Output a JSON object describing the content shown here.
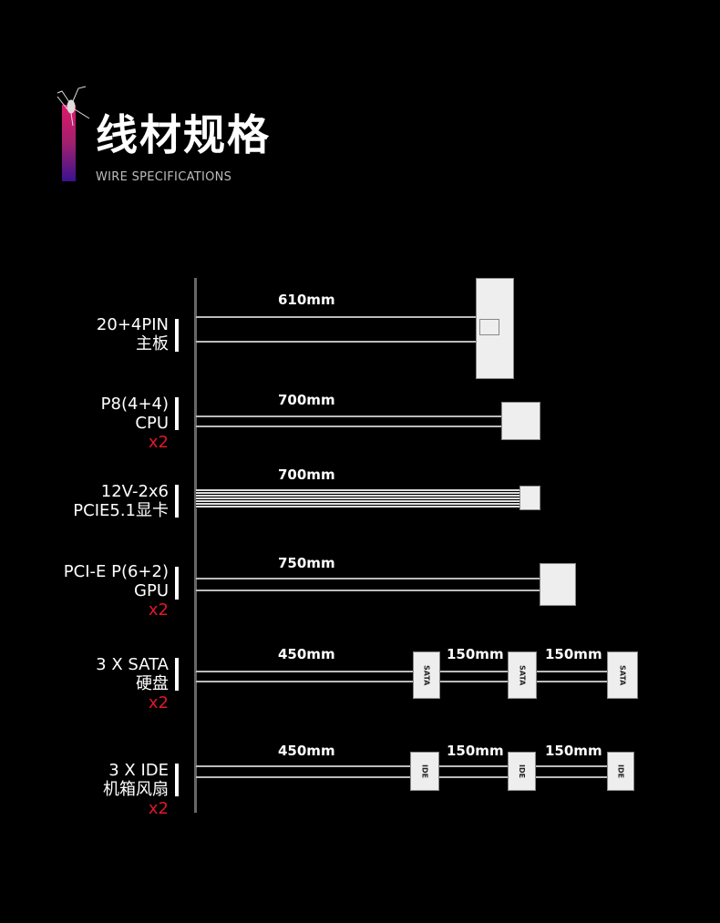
{
  "header": {
    "title": "线材规格",
    "subtitle": "WIRE SPECIFICATIONS"
  },
  "rows": [
    {
      "line1": "20+4PIN",
      "line2": "主板",
      "length": "610mm"
    },
    {
      "line1": "P8(4+4)",
      "line2": "CPU",
      "qty": "x2",
      "length": "700mm"
    },
    {
      "line1": "12V-2x6",
      "line2": "PCIE5.1显卡",
      "length": "700mm"
    },
    {
      "line1": "PCI-E P(6+2)",
      "line2": "GPU",
      "qty": "x2",
      "length": "750mm"
    },
    {
      "line1": "3 X SATA",
      "line2": "硬盘",
      "qty": "x2",
      "length": "450mm",
      "seg": "150mm",
      "conn": "SATA"
    },
    {
      "line1": "3 X IDE",
      "line2": "机箱风扇",
      "qty": "x2",
      "length": "450mm",
      "seg": "150mm",
      "conn": "IDE"
    }
  ]
}
